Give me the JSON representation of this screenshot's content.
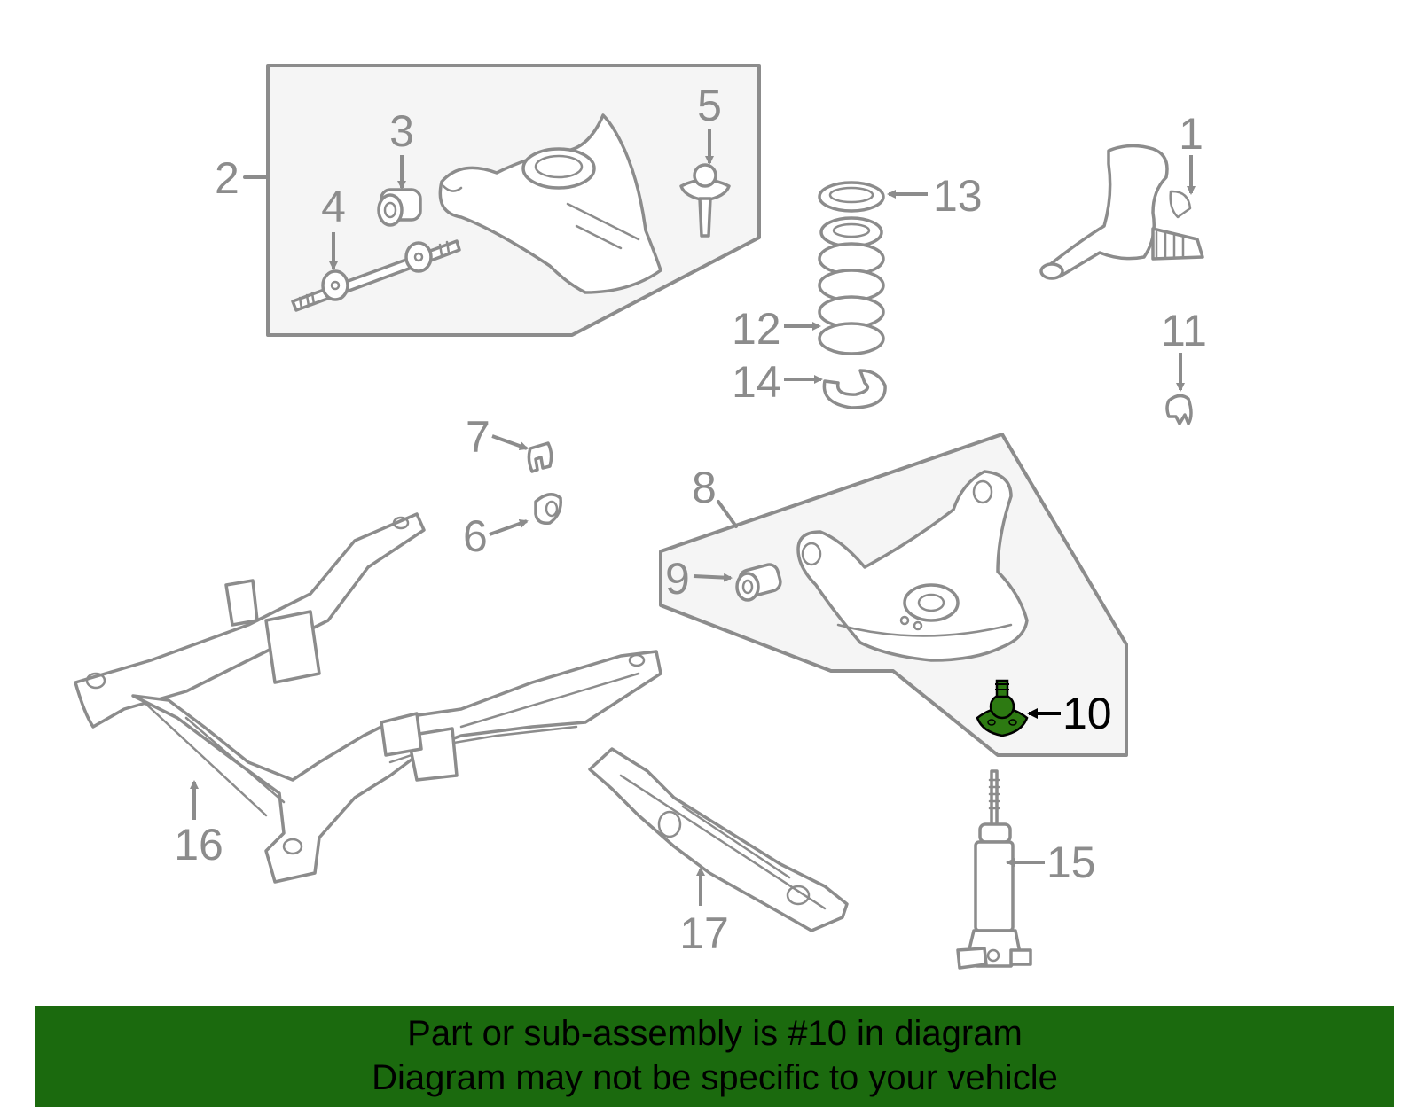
{
  "colors": {
    "banner_bg": "#1b6a0e",
    "highlight_part": "#2d7a12",
    "line_gray": "#8c8c8c",
    "box_fill": "#f5f5f5"
  },
  "labels": {
    "p1": "1",
    "p2": "2",
    "p3": "3",
    "p4": "4",
    "p5": "5",
    "p6": "6",
    "p7": "7",
    "p8": "8",
    "p9": "9",
    "p10": "10",
    "p11": "11",
    "p12": "12",
    "p13": "13",
    "p14": "14",
    "p15": "15",
    "p16": "16",
    "p17": "17"
  },
  "highlighted_part": "10",
  "banner": {
    "line1": "Part or sub-assembly is #10 in diagram",
    "line2": "Diagram may not be specific to your vehicle"
  }
}
